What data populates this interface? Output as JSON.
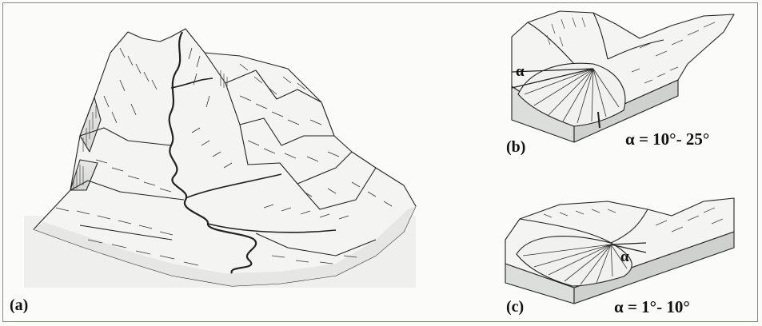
{
  "panels": {
    "a": {
      "label": "(a)"
    },
    "b": {
      "label": "(b)",
      "alpha_marker": "α",
      "angle_range": "α = 10°- 25°"
    },
    "c": {
      "label": "(c)",
      "alpha_marker": "α",
      "angle_range": "α = 1°- 10°"
    }
  },
  "colors": {
    "frame": "#7b8f72",
    "ink": "#222222",
    "shade": "#c9ccca"
  }
}
